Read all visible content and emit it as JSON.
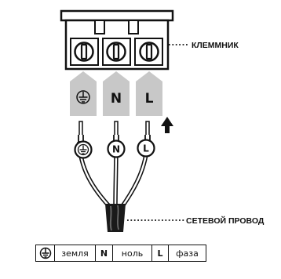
{
  "callouts": {
    "terminal_block": "КЛЕММНИК",
    "power_cable": "СЕТЕВОЙ ПРОВОД"
  },
  "tabs": [
    {
      "symbol": "earth-ground-icon",
      "letter": ""
    },
    {
      "symbol": "",
      "letter": "N"
    },
    {
      "symbol": "",
      "letter": "L"
    }
  ],
  "wire_rings": [
    {
      "symbol": "earth-ground-icon",
      "letter": ""
    },
    {
      "symbol": "",
      "letter": "N"
    },
    {
      "symbol": "",
      "letter": "L"
    }
  ],
  "legend": {
    "ground_label": "земля",
    "neutral_symbol": "N",
    "neutral_label": "ноль",
    "phase_symbol": "L",
    "phase_label": "фаза"
  },
  "colors": {
    "tab_fill": "#c8c8c8",
    "cable_sheath": "#1a1a1a",
    "ink": "#111111"
  }
}
